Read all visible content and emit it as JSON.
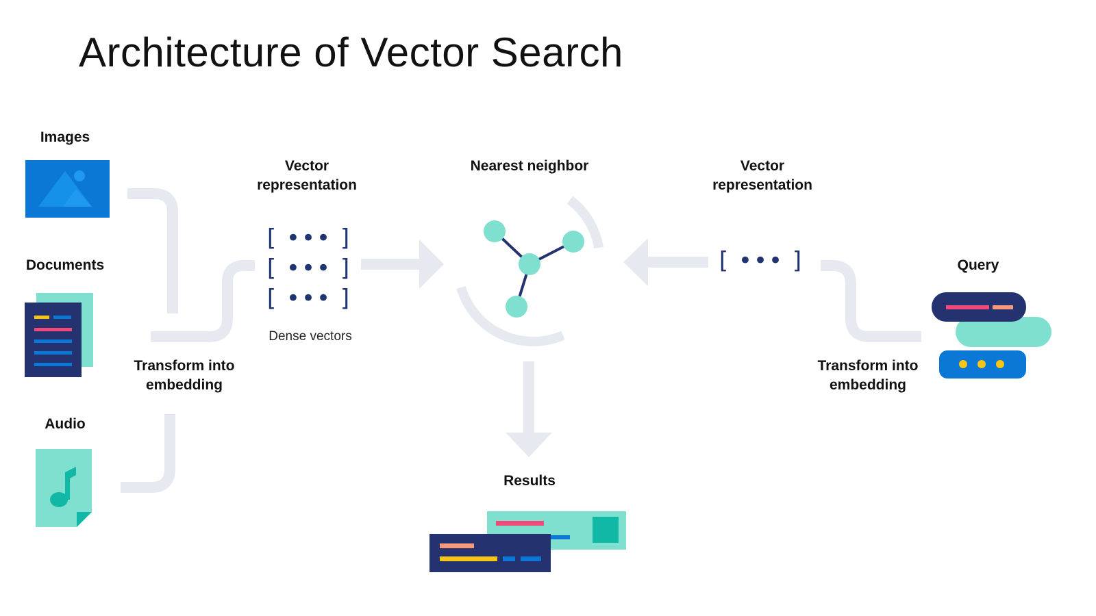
{
  "title": "Architecture of Vector Search",
  "labels": {
    "images": "Images",
    "documents": "Documents",
    "audio": "Audio",
    "transform_left_line1": "Transform into",
    "transform_left_line2": "embedding",
    "vector_left_line1": "Vector",
    "vector_left_line2": "representation",
    "dense_vectors": "Dense vectors",
    "nearest_neighbor": "Nearest neighbor",
    "vector_right_line1": "Vector",
    "vector_right_line2": "representation",
    "query": "Query",
    "transform_right_line1": "Transform into",
    "transform_right_line2": "embedding",
    "results": "Results"
  },
  "vector_glyph": "[ ••• ]",
  "colors": {
    "connector": "#e6e9ef",
    "navy": "#24326f",
    "blue": "#0a78d4",
    "teal": "#7fe0d0",
    "teal_dark": "#12b8a6",
    "pink": "#ef4a7a",
    "orange": "#f59a7a",
    "yellow": "#f5c518"
  },
  "icons": [
    "image-icon",
    "document-icon",
    "audio-file-icon",
    "neighbor-graph-icon",
    "query-chat-icon",
    "results-cards-icon"
  ]
}
